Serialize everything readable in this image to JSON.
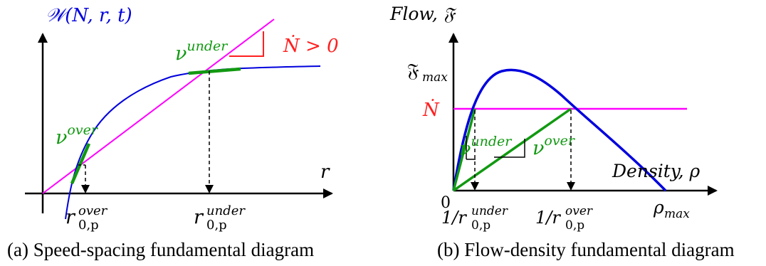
{
  "panel_a": {
    "caption": "(a) Speed-spacing fundamental diagram",
    "y_axis_label": "𝒲(N, r, t)",
    "x_axis_label": "r",
    "condition_label": "Ṅ > 0",
    "nu_under": {
      "base": "ν",
      "sup": "under"
    },
    "nu_over": {
      "base": "ν",
      "sup": "over"
    },
    "tick_over": {
      "base": "r",
      "sub": "0,p",
      "sup": "over"
    },
    "tick_under": {
      "base": "r",
      "sub": "0,p",
      "sup": "under"
    }
  },
  "panel_b": {
    "caption": "(b) Flow-density fundamental diagram",
    "y_axis_label": "Flow, 𝔉",
    "x_axis_label": "Density, ρ",
    "f_max": {
      "base": "𝔉",
      "sub": "max"
    },
    "n_dot": "Ṅ",
    "origin": "0",
    "nu_under": {
      "base": "ν",
      "sup": "under"
    },
    "nu_over": {
      "base": "ν",
      "sup": "over"
    },
    "tick_under": {
      "pre": "1/r",
      "sub": "0,p",
      "sup": "under"
    },
    "tick_over": {
      "pre": "1/r",
      "sub": "0,p",
      "sup": "over"
    },
    "rho_max": {
      "base": "ρ",
      "sub": "max"
    }
  },
  "colors": {
    "curve": "#0000dd",
    "line": "#ff00ff",
    "tangent": "#119911",
    "condition": "#ff2020",
    "axis": "#000000"
  }
}
